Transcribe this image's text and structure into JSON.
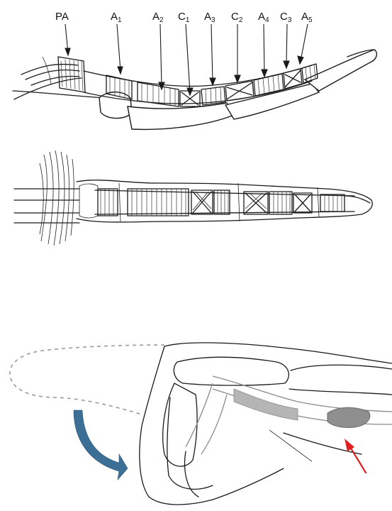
{
  "labels": [
    {
      "id": "pa",
      "text": "PA",
      "sub": ""
    },
    {
      "id": "a1",
      "text": "A",
      "sub": "1"
    },
    {
      "id": "a2",
      "text": "A",
      "sub": "2"
    },
    {
      "id": "c1",
      "text": "C",
      "sub": "1"
    },
    {
      "id": "a3",
      "text": "A",
      "sub": "3"
    },
    {
      "id": "c2",
      "text": "C",
      "sub": "2"
    },
    {
      "id": "a4",
      "text": "A",
      "sub": "4"
    },
    {
      "id": "c3",
      "text": "C",
      "sub": "3"
    },
    {
      "id": "a5",
      "text": "A",
      "sub": "5"
    }
  ],
  "colors": {
    "ink": "#1a1a1a",
    "outline_gray": "#8a8a8a",
    "flexion_arrow": "#3b6f96",
    "pointer_arrow": "#e02020",
    "nodule_fill": "#8f8f8f"
  },
  "icons": {
    "flexion_arrow": "curved-arrow-icon",
    "pointer_arrow": "arrow-icon"
  }
}
